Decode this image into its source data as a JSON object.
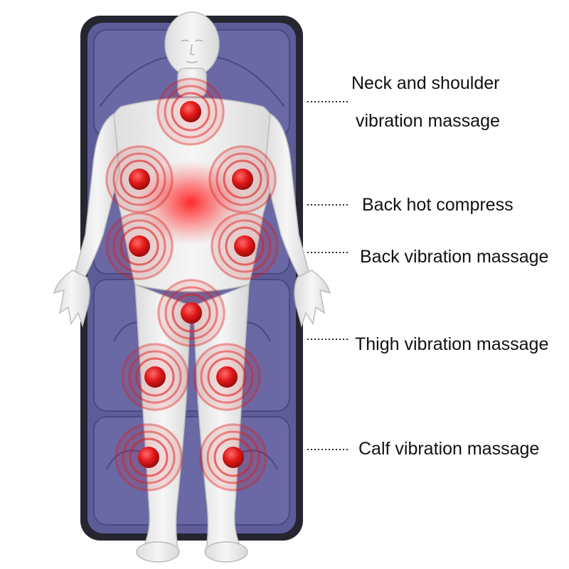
{
  "colors": {
    "mat_fill": "#5d5c98",
    "mat_border": "#262631",
    "body_fill": "#eeeeee",
    "hotspot": "#e11c1c",
    "heat_glow": "#ff2a2a",
    "text": "#111111"
  },
  "labels": {
    "neck_line1": "Neck and shoulder",
    "neck_line2": "vibration massage",
    "back_hot": "Back hot compress",
    "back_vibration": "Back vibration massage",
    "thigh": "Thigh vibration massage",
    "calf": "Calf vibration massage"
  }
}
